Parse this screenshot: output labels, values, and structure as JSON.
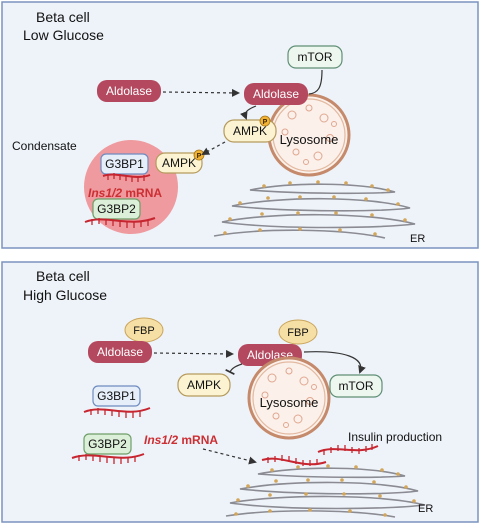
{
  "panel_top": {
    "title_line1": "Beta cell",
    "title_line2": "Low Glucose",
    "labels": {
      "aldolase_free": "Aldolase",
      "aldolase_bound": "Aldolase",
      "mtor": "mTOR",
      "ampk_lysosome": "AMPK",
      "ampk_condensate": "AMPK",
      "lysosome": "Lysosome",
      "condensate": "Condensate",
      "g3bp1": "G3BP1",
      "g3bp2": "G3BP2",
      "mrna_gene": "Ins1/2",
      "mrna_suffix": " mRNA",
      "phospho": "P",
      "er": "ER"
    }
  },
  "panel_bottom": {
    "title_line1": "Beta cell",
    "title_line2": "High Glucose",
    "labels": {
      "aldolase_free": "Aldolase",
      "aldolase_bound": "Aldolase",
      "fbp_free": "FBP",
      "fbp_bound": "FBP",
      "ampk": "AMPK",
      "mtor": "mTOR",
      "lysosome": "Lysosome",
      "g3bp1": "G3BP1",
      "g3bp2": "G3BP2",
      "mrna_gene": "Ins1/2",
      "mrna_suffix": " mRNA",
      "insulin_production": "Insulin production",
      "er": "ER"
    }
  },
  "colors": {
    "panel_bg": "#EEF3F9",
    "panel_border": "#7B93BF",
    "aldolase_fill": "#B3485F",
    "ampk_fill": "#FBF3D2",
    "ampk_stroke": "#B59A5C",
    "mtor_fill": "#EEF7EF",
    "mtor_stroke": "#5F8F76",
    "fbp_fill": "#F6DFA5",
    "lysosome_stroke": "#C58A6B",
    "condensate_fill": "#EE9A9E",
    "mrna_red": "#C7252F",
    "mrna_red_text": "#CC2F33",
    "g3bp1_fill": "#E6EEF9",
    "g3bp1_stroke": "#6F8CC0",
    "g3bp2_fill": "#DCEFD9",
    "g3bp2_stroke": "#6F9E68",
    "er_stroke": "#8B8B93",
    "er_dot": "#D3A65A",
    "phospho_fill": "#F2B236"
  }
}
